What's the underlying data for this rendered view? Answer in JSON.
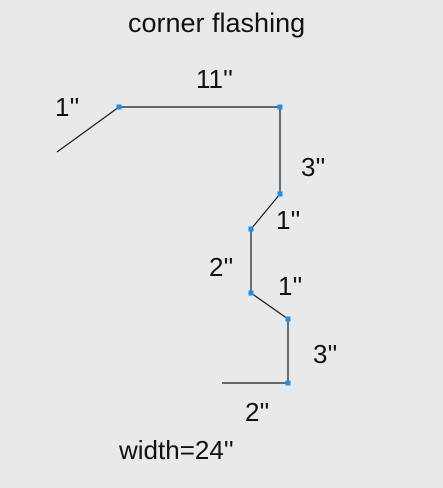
{
  "title": "corner flashing",
  "width_label": "width=24''",
  "node_color": "#1f8fe6",
  "line_color": "#1a1a1a",
  "segments": [
    {
      "label": "1''"
    },
    {
      "label": "11''"
    },
    {
      "label": "3''"
    },
    {
      "label": "1''"
    },
    {
      "label": "2''"
    },
    {
      "label": "1''"
    },
    {
      "label": "3''"
    },
    {
      "label": "2''"
    }
  ]
}
